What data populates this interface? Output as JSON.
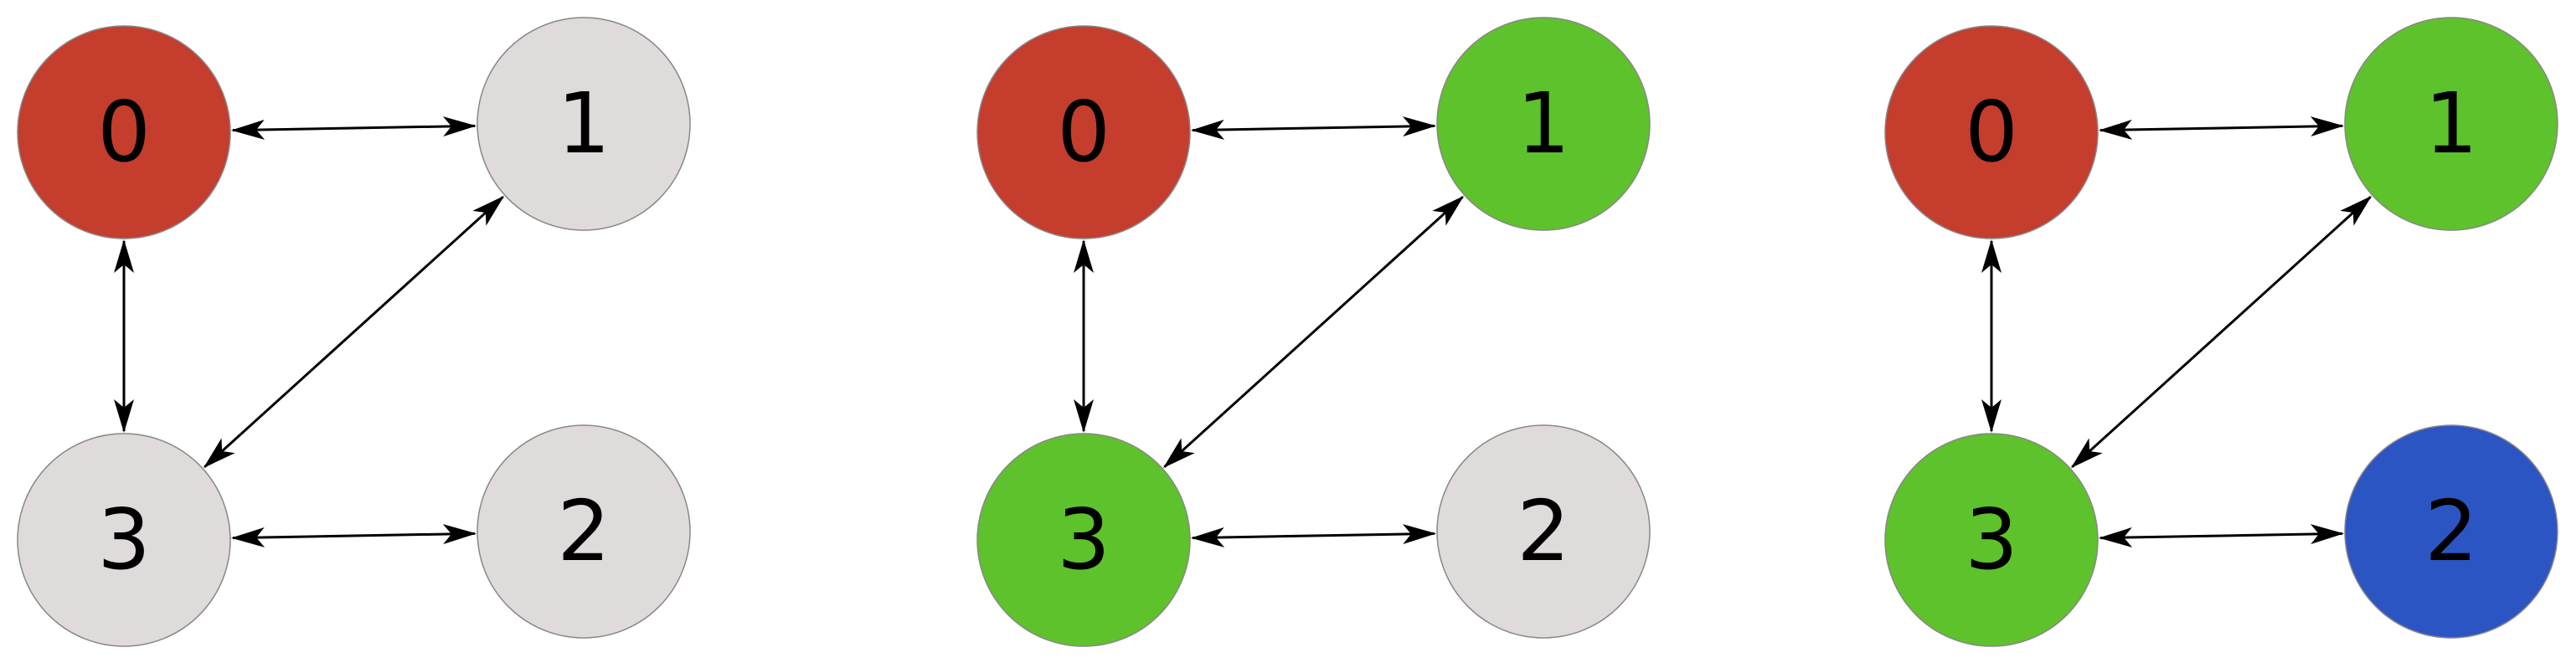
{
  "colors": {
    "red": "#c43d2d",
    "green": "#5dc22c",
    "blue": "#2c55c4",
    "grey": "#e0dbdb",
    "edge": "#000000"
  },
  "panels": [
    {
      "nodes": [
        {
          "label": "0",
          "color": "red"
        },
        {
          "label": "1",
          "color": "grey"
        },
        {
          "label": "2",
          "color": "grey"
        },
        {
          "label": "3",
          "color": "grey"
        }
      ]
    },
    {
      "nodes": [
        {
          "label": "0",
          "color": "red"
        },
        {
          "label": "1",
          "color": "green"
        },
        {
          "label": "2",
          "color": "grey"
        },
        {
          "label": "3",
          "color": "green"
        }
      ]
    },
    {
      "nodes": [
        {
          "label": "0",
          "color": "red"
        },
        {
          "label": "1",
          "color": "green"
        },
        {
          "label": "2",
          "color": "blue"
        },
        {
          "label": "3",
          "color": "green"
        }
      ]
    }
  ],
  "edges": [
    {
      "from": "0",
      "to": "1",
      "directed": "both"
    },
    {
      "from": "0",
      "to": "3",
      "directed": "both"
    },
    {
      "from": "1",
      "to": "3",
      "directed": "both"
    },
    {
      "from": "3",
      "to": "2",
      "directed": "both"
    }
  ]
}
